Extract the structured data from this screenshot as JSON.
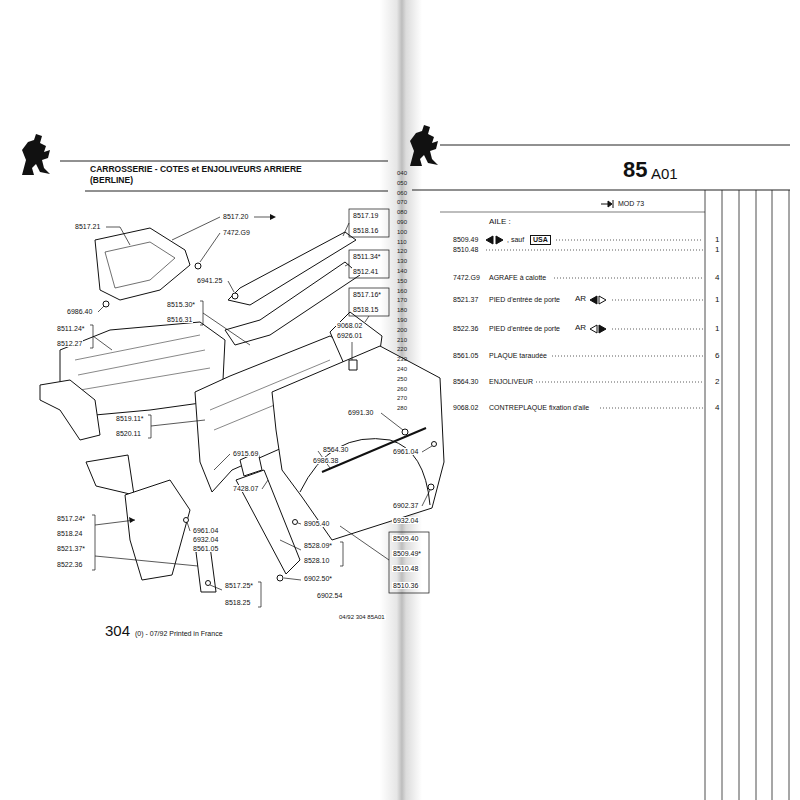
{
  "diagram": {
    "title": "CARROSSERIE - COTES et ENJOLIVEURS ARRIERE (BERLINE)",
    "nodes": [
      {
        "text": [
          "USA"
        ]
      }
    ],
    "labels": [
      "85",
      "A01",
      "MOD 73",
      "AILE :",
      "8509.49",
      ", sauf",
      "1",
      "8510.48",
      "1",
      "7472.G9",
      "AGRAFE à calotte",
      "4",
      "8521.37",
      "PIED d'entrée de porte",
      "AR",
      "1",
      "8522.36",
      "PIED d'entrée de porte",
      "AR",
      "1",
      "8561.05",
      "PLAQUE taraudée",
      "6",
      "8564.30",
      "ENJOLIVEUR",
      "2",
      "9068.02",
      "CONTREPLAQUE fixation d'aile",
      "4",
      "8517.21",
      "8517.20",
      "7472.G9",
      "6941.25",
      "6986.40",
      "8515.30*",
      "8516.31",
      "8511.24*",
      "8512.27",
      "8519.11*",
      "8520.11",
      "6915.69",
      "8564.30",
      "6986.38",
      "7428.07",
      "8517.24*",
      "8518.24",
      "8521.37*",
      "8522.36",
      "6961.04",
      "6932.04",
      "8561.05",
      "8905.40",
      "8528.09*",
      "8528.10",
      "6902.50*",
      "6902.54",
      "8517.25*",
      "8518.25",
      "8517.19",
      "8518.16",
      "8511.34*",
      "8512.41",
      "8517.16*",
      "8518.15",
      "9068.02",
      "6926.01",
      "6991.30",
      "6961.04",
      "6902.37",
      "6932.04",
      "8509.40",
      "8509.49*",
      "8510.48",
      "8510.36",
      "04/92 304 85A01",
      "304",
      "(0) - 07/92 Printed in France",
      "040",
      "050",
      "060",
      "070",
      "080",
      "090",
      "100",
      "110",
      "120",
      "130",
      "140",
      "150",
      "160",
      "170",
      "180",
      "190",
      "200",
      "210",
      "220",
      "230",
      "240",
      "250",
      "260",
      "270",
      "280"
    ]
  }
}
